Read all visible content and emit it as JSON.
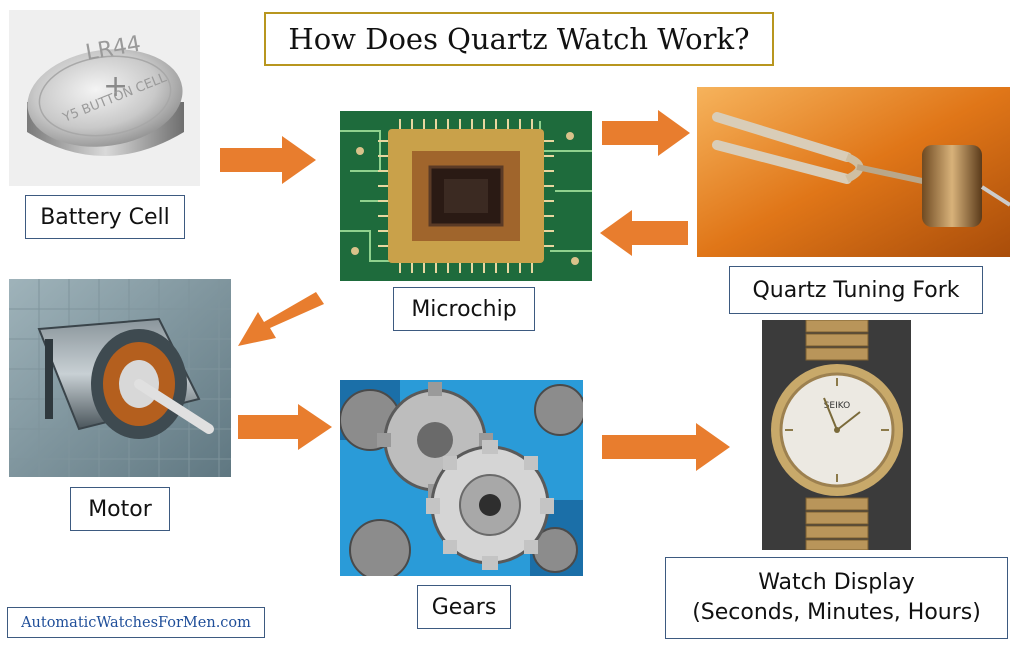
{
  "title": "How Does Quartz Watch Work?",
  "nodes": {
    "battery": {
      "label": "Battery Cell",
      "image_text": {
        "line1": "LR44",
        "line2": "Y5 BUTTON CELL",
        "sign": "+"
      }
    },
    "microchip": {
      "label": "Microchip"
    },
    "tuning_fork": {
      "label": "Quartz Tuning Fork"
    },
    "motor": {
      "label": "Motor"
    },
    "gears": {
      "label": "Gears"
    },
    "watch": {
      "label_line1": "Watch Display",
      "label_line2": "(Seconds, Minutes, Hours)",
      "dial_text": "SEIKO"
    }
  },
  "footer": "AutomaticWatchesForMen.com",
  "colors": {
    "arrow": "#e87d2e",
    "title_border": "#b8961f",
    "box_border": "#3d5a80",
    "footer_text": "#1f4e99"
  }
}
